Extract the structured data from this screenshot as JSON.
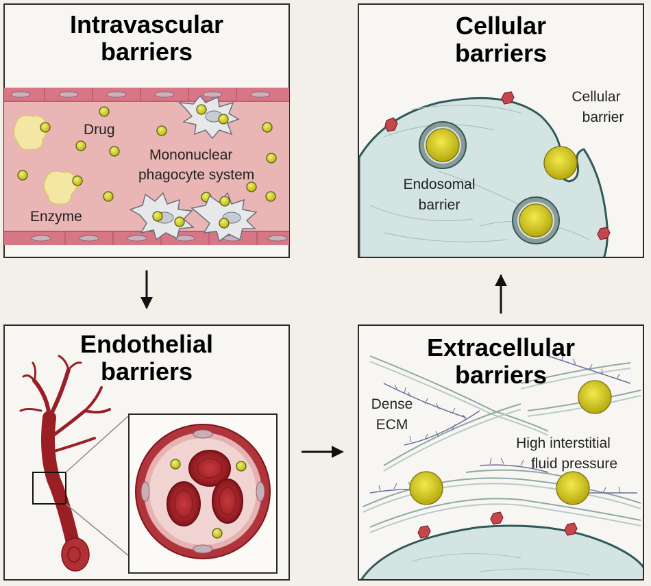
{
  "panels": {
    "intravascular": {
      "title_line1": "Intravascular",
      "title_line2": "barriers",
      "drug_label": "Drug",
      "mps_line1": "Mononuclear",
      "mps_line2": "phagocyte system",
      "enzyme_label": "Enzyme"
    },
    "cellular": {
      "title_line1": "Cellular",
      "title_line2": "barriers",
      "cellular_barrier_line1": "Cellular",
      "cellular_barrier_line2": "barrier",
      "endosomal_line1": "Endosomal",
      "endosomal_line2": "barrier"
    },
    "endothelial": {
      "title_line1": "Endothelial",
      "title_line2": "barriers"
    },
    "extracellular": {
      "title_line1": "Extracellular",
      "title_line2": "barriers",
      "ecm_line1": "Dense",
      "ecm_line2": "ECM",
      "ifp_line1": "High interstitial",
      "ifp_line2": "fluid pressure"
    }
  },
  "colors": {
    "panel_bg": "#f7f6f2",
    "panel_border": "#2a2a2a",
    "vessel": "#e8b3b3",
    "vessel_wall": "#c55a6a",
    "drug": "#c5c520",
    "drug_stroke": "#6a6a0a",
    "cell": "#cfe0e0",
    "cell_stroke": "#2f5a57",
    "blood_red": "#a1262b",
    "ecm": "#6c6a9a"
  }
}
